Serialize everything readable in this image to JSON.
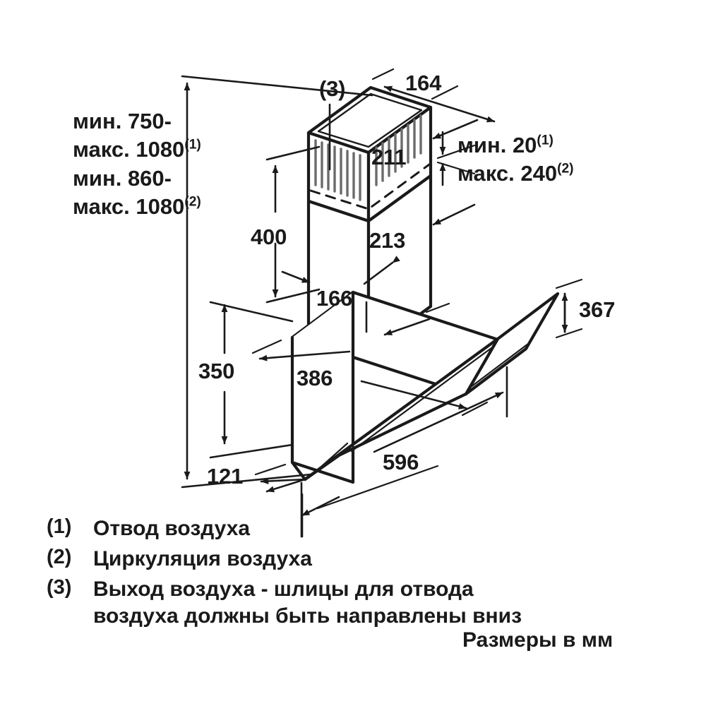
{
  "diagram": {
    "title_units": "Размеры в мм",
    "subject": "Наклонная вытяжка — габаритный чертёж",
    "dimensions": {
      "install_height_1_line1": "мин. 750-",
      "install_height_1_line2": "макс. 1080",
      "install_height_1_sup": "(1)",
      "install_height_2_line1": "мин. 860-",
      "install_height_2_line2": "макс. 1080",
      "install_height_2_sup": "(2)",
      "duct_clearance_line1": "мин. 20",
      "duct_clearance_sup1": "(1)",
      "duct_clearance_line2": "макс. 240",
      "duct_clearance_sup2": "(2)",
      "chimney_depth_top": "164",
      "chimney_width_top": "211",
      "chimney_height": "400",
      "chimney_width_lower": "213",
      "chimney_depth_lower": "166",
      "body_height": "350",
      "body_depth": "386",
      "glass_height": "367",
      "body_width": "596",
      "front_lip": "121",
      "callout_vent": "(3)"
    },
    "legend": [
      {
        "mark": "(1)",
        "label": "Отвод воздуха"
      },
      {
        "mark": "(2)",
        "label": "Циркуляция воздуха"
      },
      {
        "mark": "(3)",
        "label_line1": "Выход воздуха - шлицы для отвода",
        "label_line2": "воздуха должны быть направлены вниз"
      }
    ],
    "colors": {
      "ink": "#1a1a1a",
      "background": "#ffffff",
      "slat": "#6b6b6b"
    }
  }
}
